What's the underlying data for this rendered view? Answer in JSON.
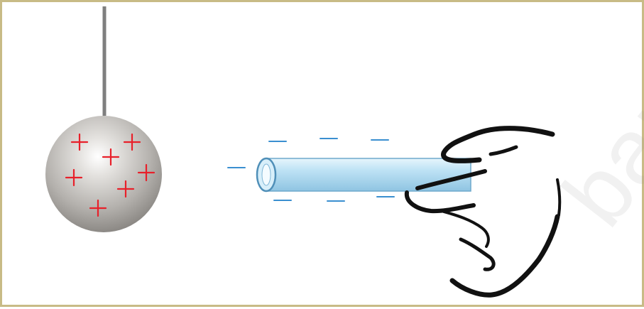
{
  "figure": {
    "ball_charge_symbol": "+",
    "rod_charge_symbol": "−",
    "watermark_text": "bar.s",
    "colors": {
      "border": "#c8bb86",
      "thread": "#7f7f7f",
      "positive_charge": "#e8202a",
      "negative_charge": "#3a8fd0",
      "rod_fill": "#bfe3f5",
      "rod_edge": "#6ea9cc",
      "hand_outline": "#111111"
    },
    "icons": [
      "pith-ball",
      "hanging-thread",
      "glass-rod",
      "hand"
    ]
  }
}
